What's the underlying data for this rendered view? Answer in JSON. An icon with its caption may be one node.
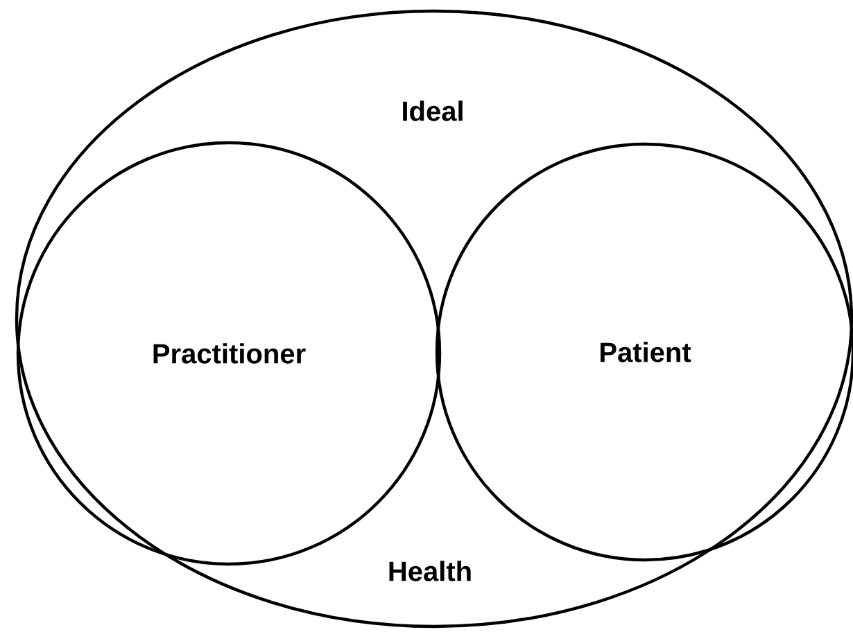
{
  "diagram": {
    "nodes": [
      {
        "text": [
          "Ideal",
          "Health"
        ]
      },
      {
        "text": [
          "Practitioner"
        ],
        "in": 0
      },
      {
        "text": [
          "Patient"
        ],
        "in": 0
      }
    ]
  }
}
